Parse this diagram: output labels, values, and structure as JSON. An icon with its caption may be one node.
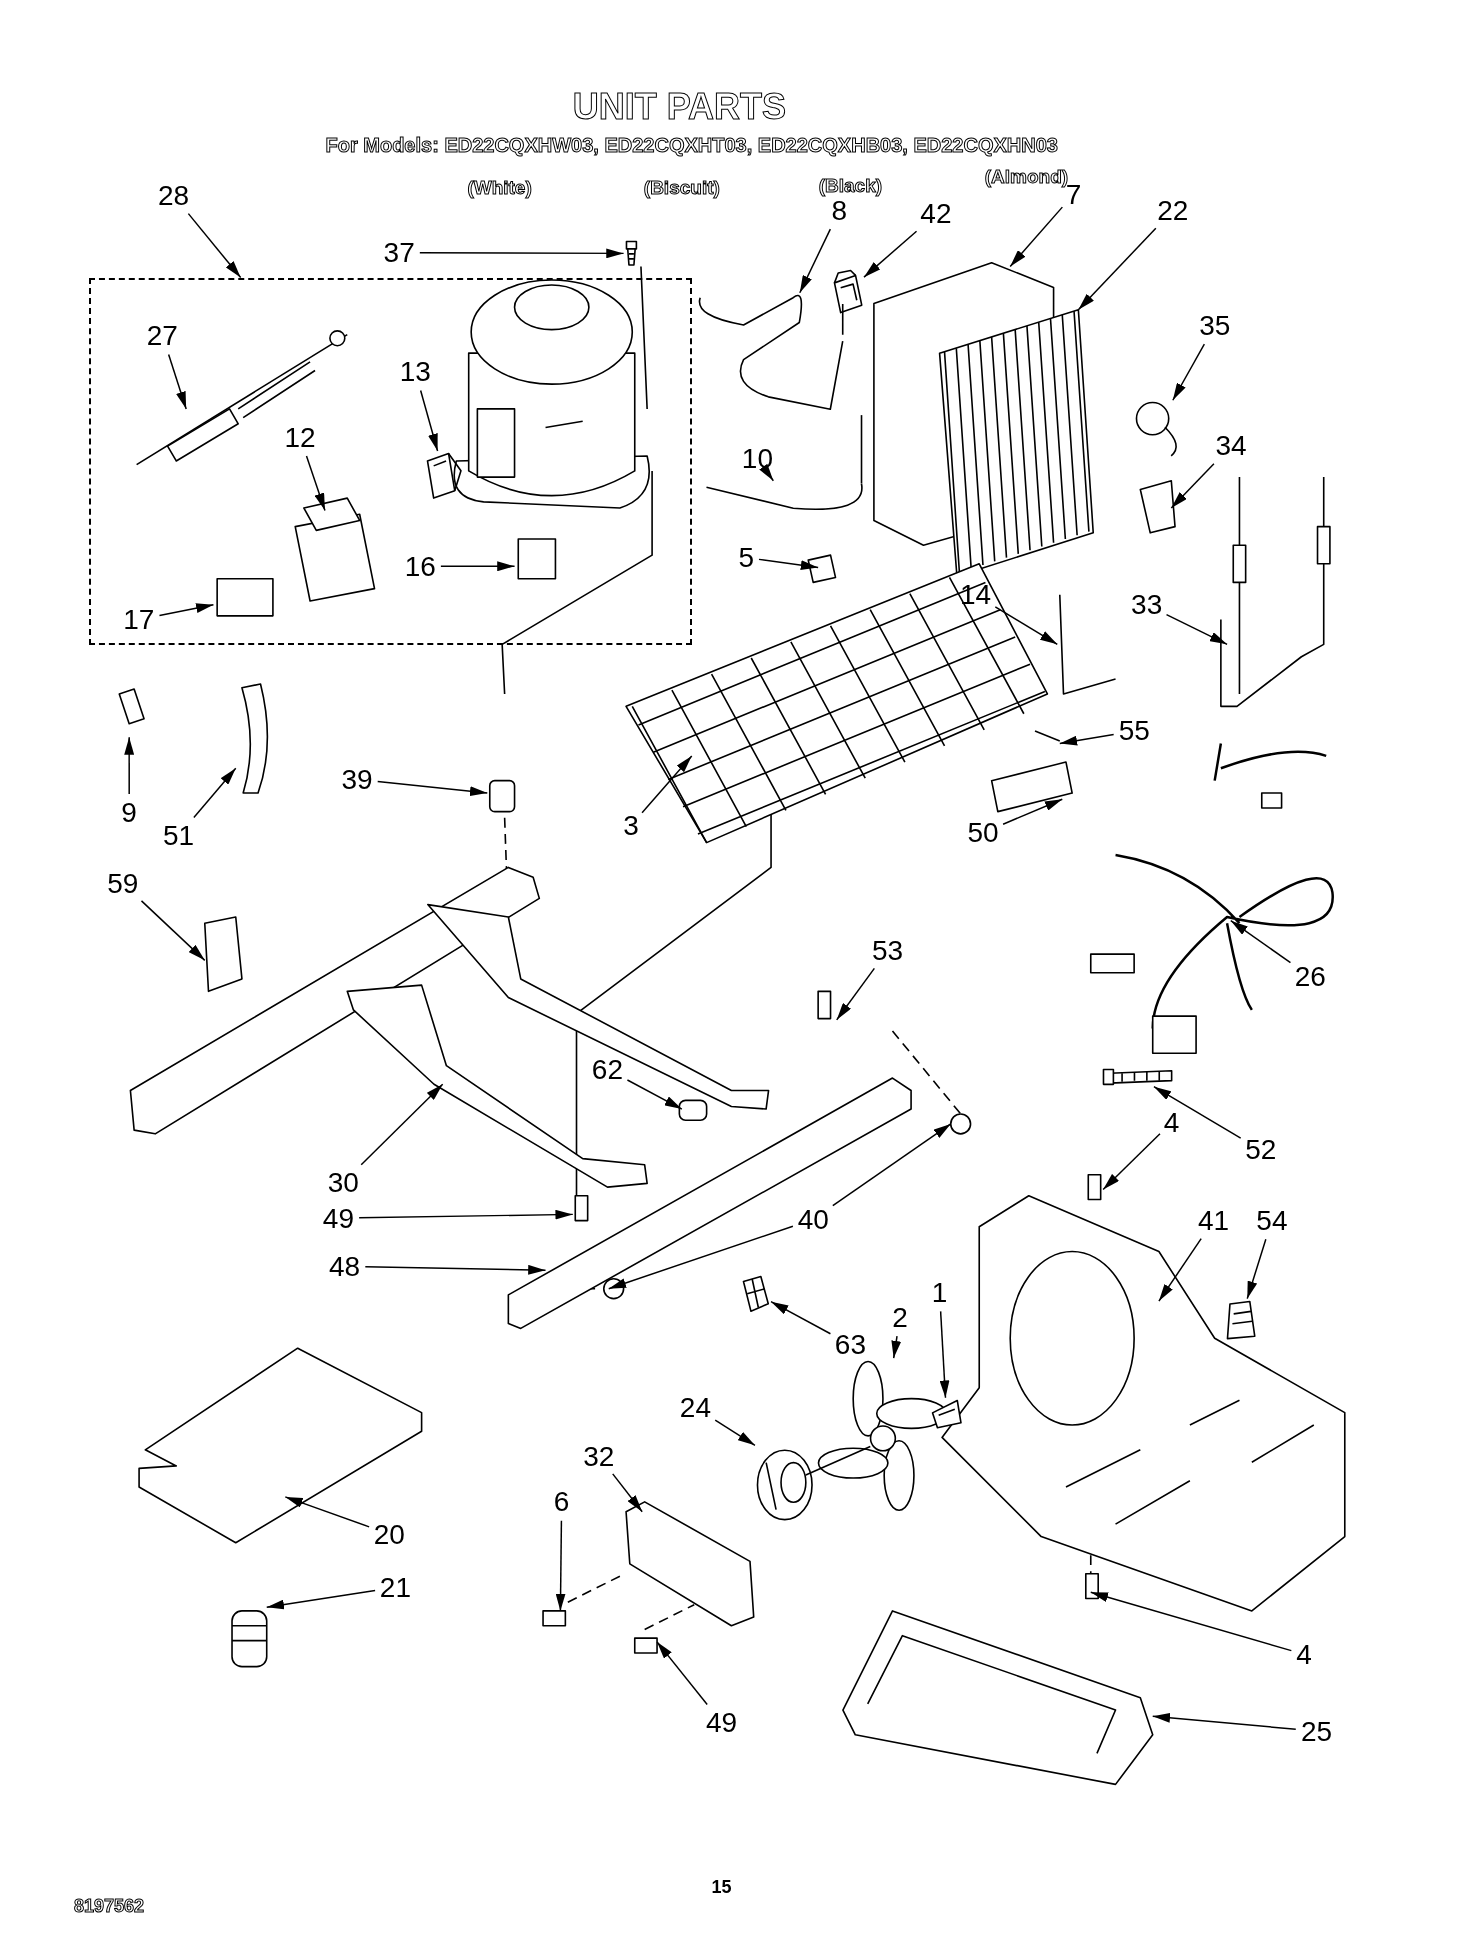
{
  "diagram": {
    "title": "UNIT PARTS",
    "nodes": [
      {
        "text": [
          "28"
        ]
      },
      {
        "text": [],
        "shape": "box"
      },
      {
        "text": [
          "37"
        ]
      },
      {
        "text": [
          "8"
        ]
      },
      {
        "text": [
          "42"
        ]
      },
      {
        "text": [
          "7"
        ]
      },
      {
        "text": [
          "22"
        ]
      },
      {
        "text": [
          "35"
        ]
      },
      {
        "text": [
          "27"
        ],
        "in": 1
      },
      {
        "text": [
          "13"
        ],
        "in": 1
      },
      {
        "text": [
          "12"
        ],
        "in": 1
      },
      {
        "text": [
          "34"
        ]
      },
      {
        "text": [
          "10"
        ]
      },
      {
        "text": [
          "16"
        ],
        "in": 1
      },
      {
        "text": [
          "5"
        ]
      },
      {
        "text": [
          "14"
        ]
      },
      {
        "text": [
          "33"
        ]
      },
      {
        "text": [
          "17"
        ],
        "in": 1
      },
      {
        "text": [
          "55"
        ]
      },
      {
        "text": [
          "39"
        ]
      },
      {
        "text": [
          "9"
        ]
      },
      {
        "text": [
          "3"
        ]
      },
      {
        "text": [
          "51"
        ]
      },
      {
        "text": [
          "50"
        ]
      },
      {
        "text": [
          "59"
        ]
      },
      {
        "text": [
          "53"
        ]
      },
      {
        "text": [
          "26"
        ]
      },
      {
        "text": [
          "62"
        ]
      },
      {
        "text": [
          "4"
        ]
      },
      {
        "text": [
          "52"
        ]
      },
      {
        "text": [
          "30"
        ]
      },
      {
        "text": [
          "49"
        ]
      },
      {
        "text": [
          "40"
        ]
      },
      {
        "text": [
          "41"
        ]
      },
      {
        "text": [
          "54"
        ]
      },
      {
        "text": [
          "48"
        ]
      },
      {
        "text": [
          "1"
        ]
      },
      {
        "text": [
          "2"
        ]
      },
      {
        "text": [
          "63"
        ]
      },
      {
        "text": [
          "24"
        ]
      },
      {
        "text": [
          "32"
        ]
      },
      {
        "text": [
          "6"
        ]
      },
      {
        "text": [
          "20"
        ]
      },
      {
        "text": [
          "21"
        ]
      },
      {
        "text": [
          "4"
        ]
      },
      {
        "text": [
          "49"
        ]
      },
      {
        "text": [
          "25"
        ]
      },
      {
        "text": [],
        "shape": "picture"
      },
      {
        "text": [],
        "shape": "picture"
      },
      {
        "text": [],
        "shape": "picture"
      },
      {
        "text": [],
        "shape": "picture",
        "in": 1
      },
      {
        "text": [],
        "shape": "picture"
      },
      {
        "text": [],
        "shape": "picture"
      },
      {
        "text": [],
        "shape": "picture"
      },
      {
        "text": [],
        "shape": "picture"
      },
      {
        "text": [],
        "shape": "picture"
      },
      {
        "text": [],
        "shape": "picture"
      },
      {
        "text": [],
        "shape": "picture"
      },
      {
        "text": [],
        "shape": "picture"
      }
    ],
    "edges": [
      {
        "from": 0,
        "to": 1,
        "arrow": "to"
      },
      {
        "from": 2,
        "to": 47,
        "arrow": "to"
      },
      {
        "from": 3,
        "to": 56,
        "arrow": "to"
      },
      {
        "from": 4,
        "to": 48,
        "arrow": "to"
      },
      {
        "from": 5,
        "to": null,
        "arrow": "to"
      },
      {
        "from": 6,
        "to": null,
        "arrow": "to"
      },
      {
        "from": 7,
        "to": 49,
        "arrow": "to"
      },
      {
        "from": 8,
        "to": null,
        "arrow": "to"
      },
      {
        "from": 9,
        "to": 50,
        "arrow": "to"
      },
      {
        "from": 10,
        "to": null,
        "arrow": "to"
      },
      {
        "from": 11,
        "to": null,
        "arrow": "to"
      },
      {
        "from": 12,
        "to": 51,
        "arrow": "to"
      },
      {
        "from": 13,
        "to": null,
        "arrow": "to"
      },
      {
        "from": 14,
        "to": null,
        "arrow": "to"
      },
      {
        "from": 15,
        "to": null,
        "arrow": "to"
      },
      {
        "from": 16,
        "to": null,
        "arrow": "to"
      },
      {
        "from": 17,
        "to": null,
        "arrow": "to"
      },
      {
        "from": 18,
        "to": null,
        "arrow": "to"
      },
      {
        "from": 19,
        "to": null,
        "arrow": "to"
      },
      {
        "from": 20,
        "to": null,
        "arrow": "to"
      },
      {
        "from": 21,
        "to": null,
        "arrow": "to"
      },
      {
        "from": 22,
        "to": null,
        "arrow": "to"
      },
      {
        "from": 23,
        "to": null,
        "arrow": "to"
      },
      {
        "from": 24,
        "to": null,
        "arrow": "to"
      },
      {
        "from": 25,
        "to": null,
        "arrow": "to"
      },
      {
        "from": 26,
        "to": null,
        "arrow": "to"
      },
      {
        "from": 27,
        "to": null,
        "arrow": "to"
      },
      {
        "from": 28,
        "to": null,
        "arrow": "to"
      },
      {
        "from": 29,
        "to": 52,
        "arrow": "to"
      },
      {
        "from": 30,
        "to": null,
        "arrow": "to"
      },
      {
        "from": 31,
        "to": null,
        "arrow": "to"
      },
      {
        "from": 32,
        "to": null,
        "arrow": "to"
      },
      {
        "from": 32,
        "to": null,
        "arrow": "to"
      },
      {
        "from": 33,
        "to": null,
        "arrow": "to"
      },
      {
        "from": 34,
        "to": 53,
        "arrow": "to"
      },
      {
        "from": 35,
        "to": null,
        "arrow": "to"
      },
      {
        "from": 36,
        "to": 57,
        "arrow": "to"
      },
      {
        "from": 37,
        "to": 54,
        "arrow": "to"
      },
      {
        "from": 38,
        "to": 55,
        "arrow": "to"
      },
      {
        "from": 39,
        "to": 58,
        "arrow": "to"
      },
      {
        "from": 40,
        "to": null,
        "arrow": "to"
      },
      {
        "from": 41,
        "to": null,
        "arrow": "to"
      },
      {
        "from": 42,
        "to": null,
        "arrow": "to"
      },
      {
        "from": 43,
        "to": null,
        "arrow": "to"
      },
      {
        "from": 44,
        "to": null,
        "arrow": "to"
      },
      {
        "from": 45,
        "to": null,
        "arrow": "to"
      },
      {
        "from": 46,
        "to": null,
        "arrow": "to"
      }
    ],
    "labels": [
      "For Models: ED22CQXHW03, ED22CQXHT03, ED22CQXHB03, ED22CQXHN03",
      "(White)",
      "(Biscuit)",
      "(Black)",
      "(Almond)",
      "8197562",
      "15"
    ]
  }
}
